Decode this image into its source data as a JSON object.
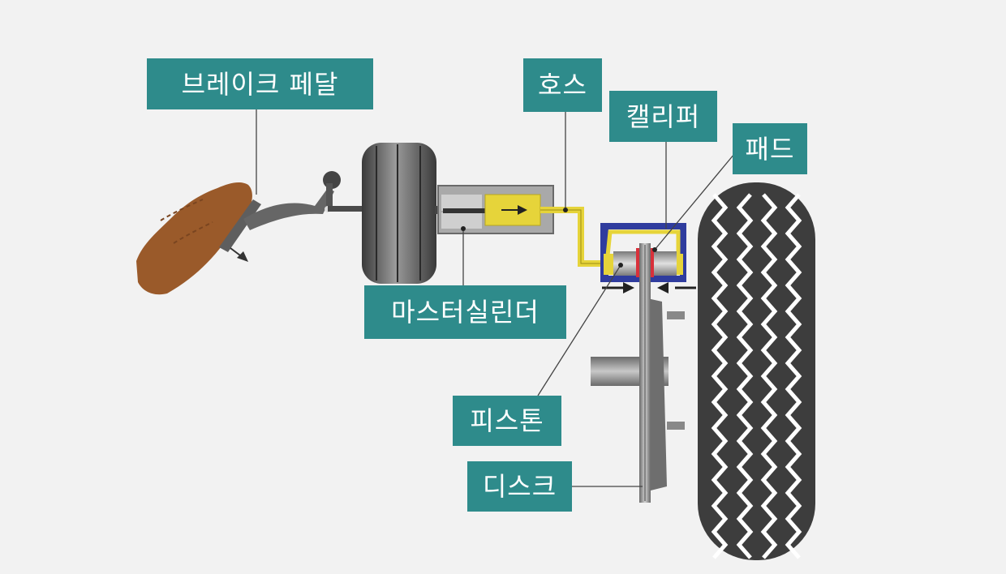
{
  "labels": {
    "brake_pedal": "브레이크 페달",
    "master_cylinder": "마스터실린더",
    "hose": "호스",
    "caliper": "캘리퍼",
    "pad": "패드",
    "piston": "피스톤",
    "disc": "디스크"
  },
  "colors": {
    "background": "#f2f2f2",
    "label_bg": "#2e8b8b",
    "label_text": "#ffffff",
    "tire": "#3d3d3d",
    "shoe": "#9a5a2a",
    "brake_fluid": "#e6d43a",
    "caliper": "#2f3c9e",
    "pad": "#d8303a",
    "metal": "#8a8a8a"
  },
  "icons": [
    "shoe-icon",
    "arrow-icon"
  ]
}
